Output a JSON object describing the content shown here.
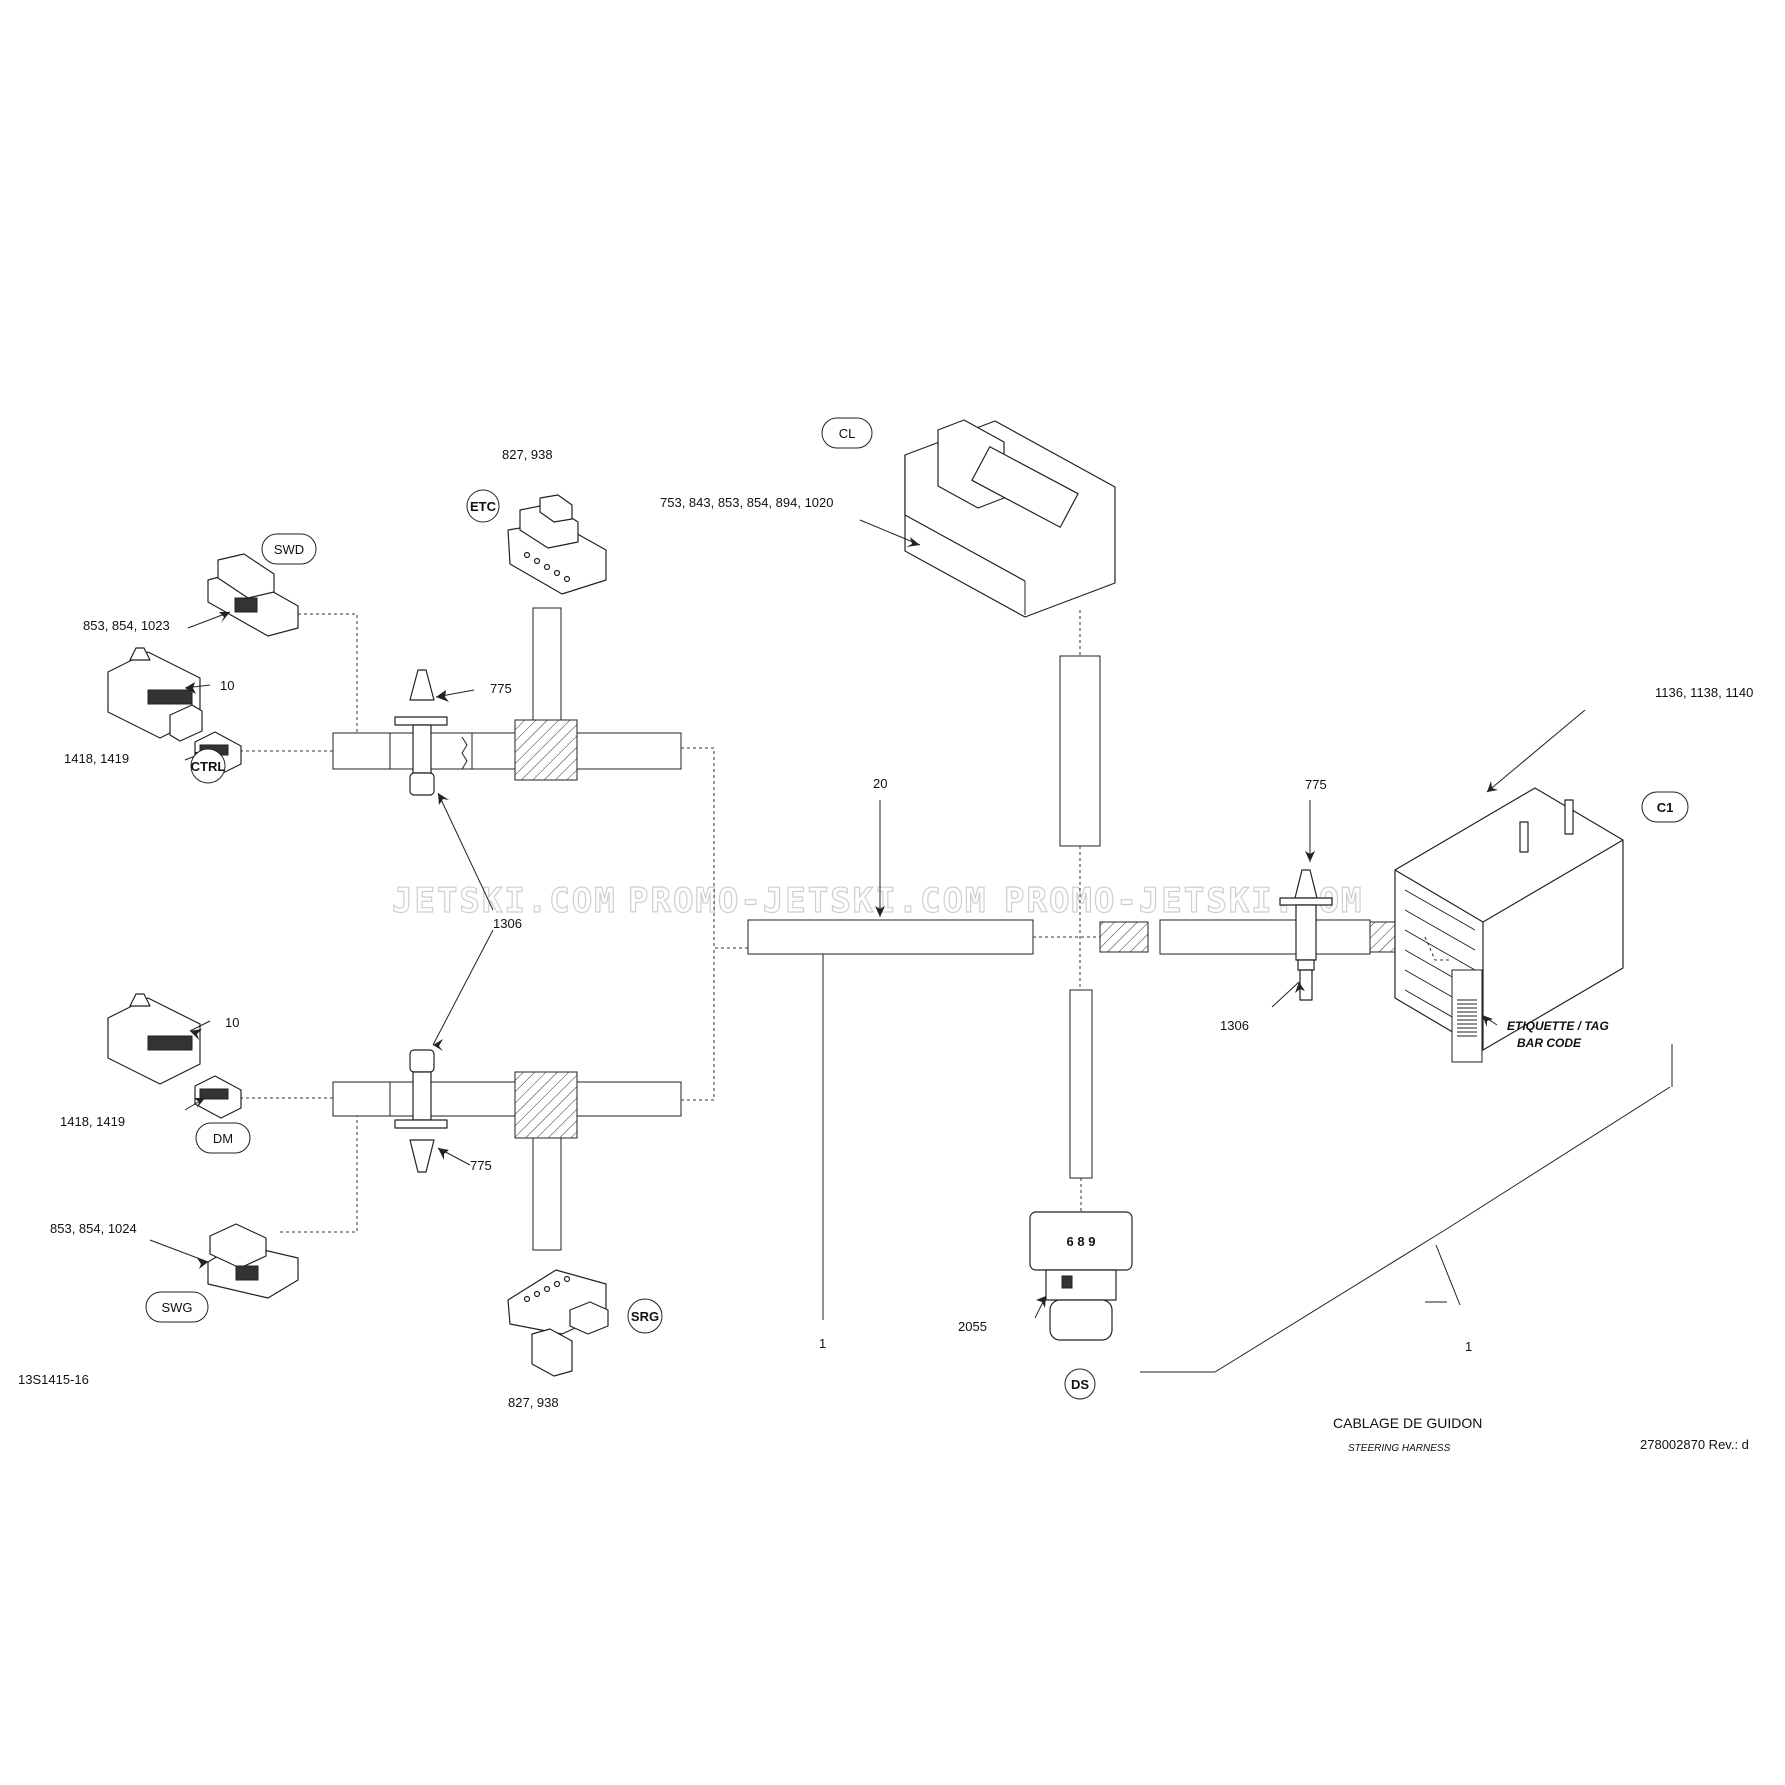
{
  "watermark": {
    "text1": "JETSKI.COM",
    "text2": "PROMO-JETSKI.COM",
    "text3": "PROMO-JETSKI.COM"
  },
  "labels": {
    "cl": "CL",
    "cl_parts": "753, 843, 853, 854, 894, 1020",
    "etc": "ETC",
    "etc_parts": "827, 938",
    "swd": "SWD",
    "swd_parts": "853, 854, 1023",
    "ctrl_clip": "10",
    "ctrl_parts": "1418, 1419",
    "ctrl": "CTRL",
    "tie_top": "775",
    "tie_center": "1306",
    "main_conduit": "20",
    "dm_clip": "10",
    "dm_parts": "1418, 1419",
    "dm": "DM",
    "tie_bottom": "775",
    "swg_parts": "853, 854, 1024",
    "swg": "SWG",
    "srg": "SRG",
    "srg_parts": "827, 938",
    "harness_left": "1",
    "ds_pins": "6 8 9",
    "ds_part": "2055",
    "ds": "DS",
    "c1_parts": "1136, 1138, 1140",
    "c1": "C1",
    "tie_right": "775",
    "tie_right_part": "1306",
    "tag_line1": "ETIQUETTE / TAG",
    "tag_line2": "BAR CODE",
    "harness_right": "1",
    "figure_id": "13S1415-16",
    "title": "CABLAGE DE GUIDON",
    "subtitle": "STEERING HARNESS",
    "part_number": "278002870 Rev.: d"
  }
}
